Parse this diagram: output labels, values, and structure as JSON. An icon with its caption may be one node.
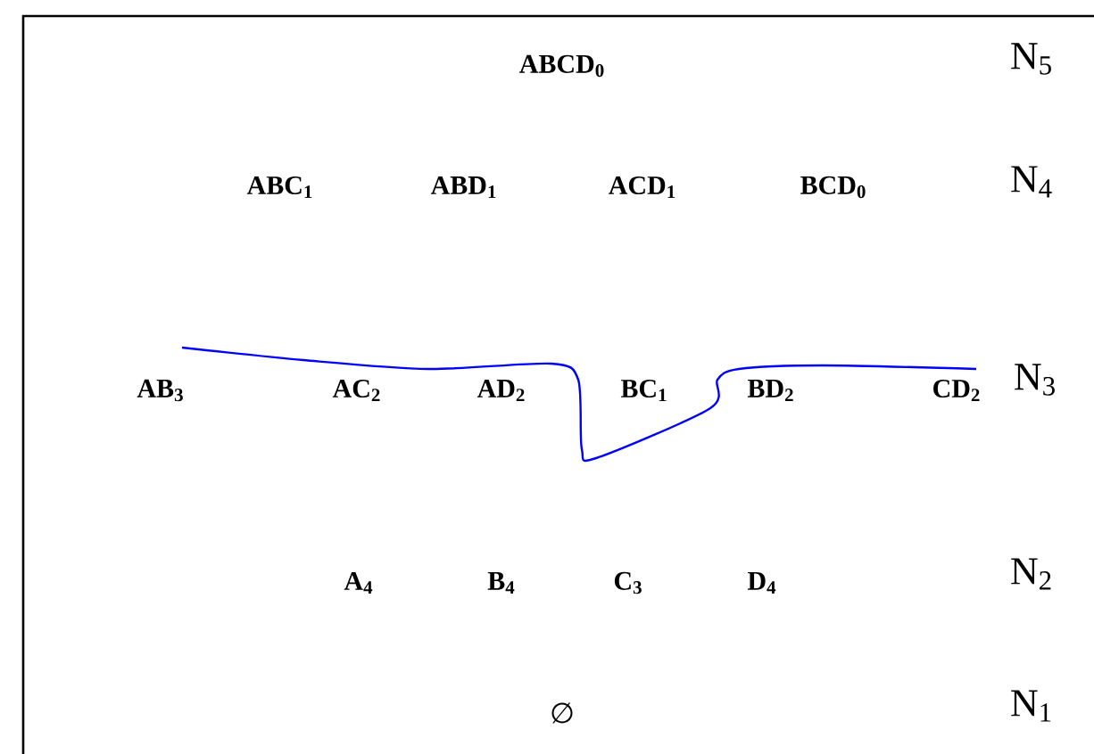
{
  "diagram": {
    "labels": [
      "ABCD$_{0}$",
      "N$_{5}$",
      "ABC$_{1}$",
      "ABD$_{1}$",
      "ACD$_{1}$",
      "BCD$_{0}$",
      "N$_{4}$",
      "AB$_{3}$",
      "AC$_{2}$",
      "AD$_{2}$",
      "BC$_{1}$",
      "BD$_{2}$",
      "CD$_{2}$",
      "N$_{3}$",
      "A$_{4}$",
      "B$_{4}$",
      "C$_{3}$",
      "D$_{4}$",
      "N$_{2}$",
      "∅",
      "N$_{1}$"
    ]
  }
}
